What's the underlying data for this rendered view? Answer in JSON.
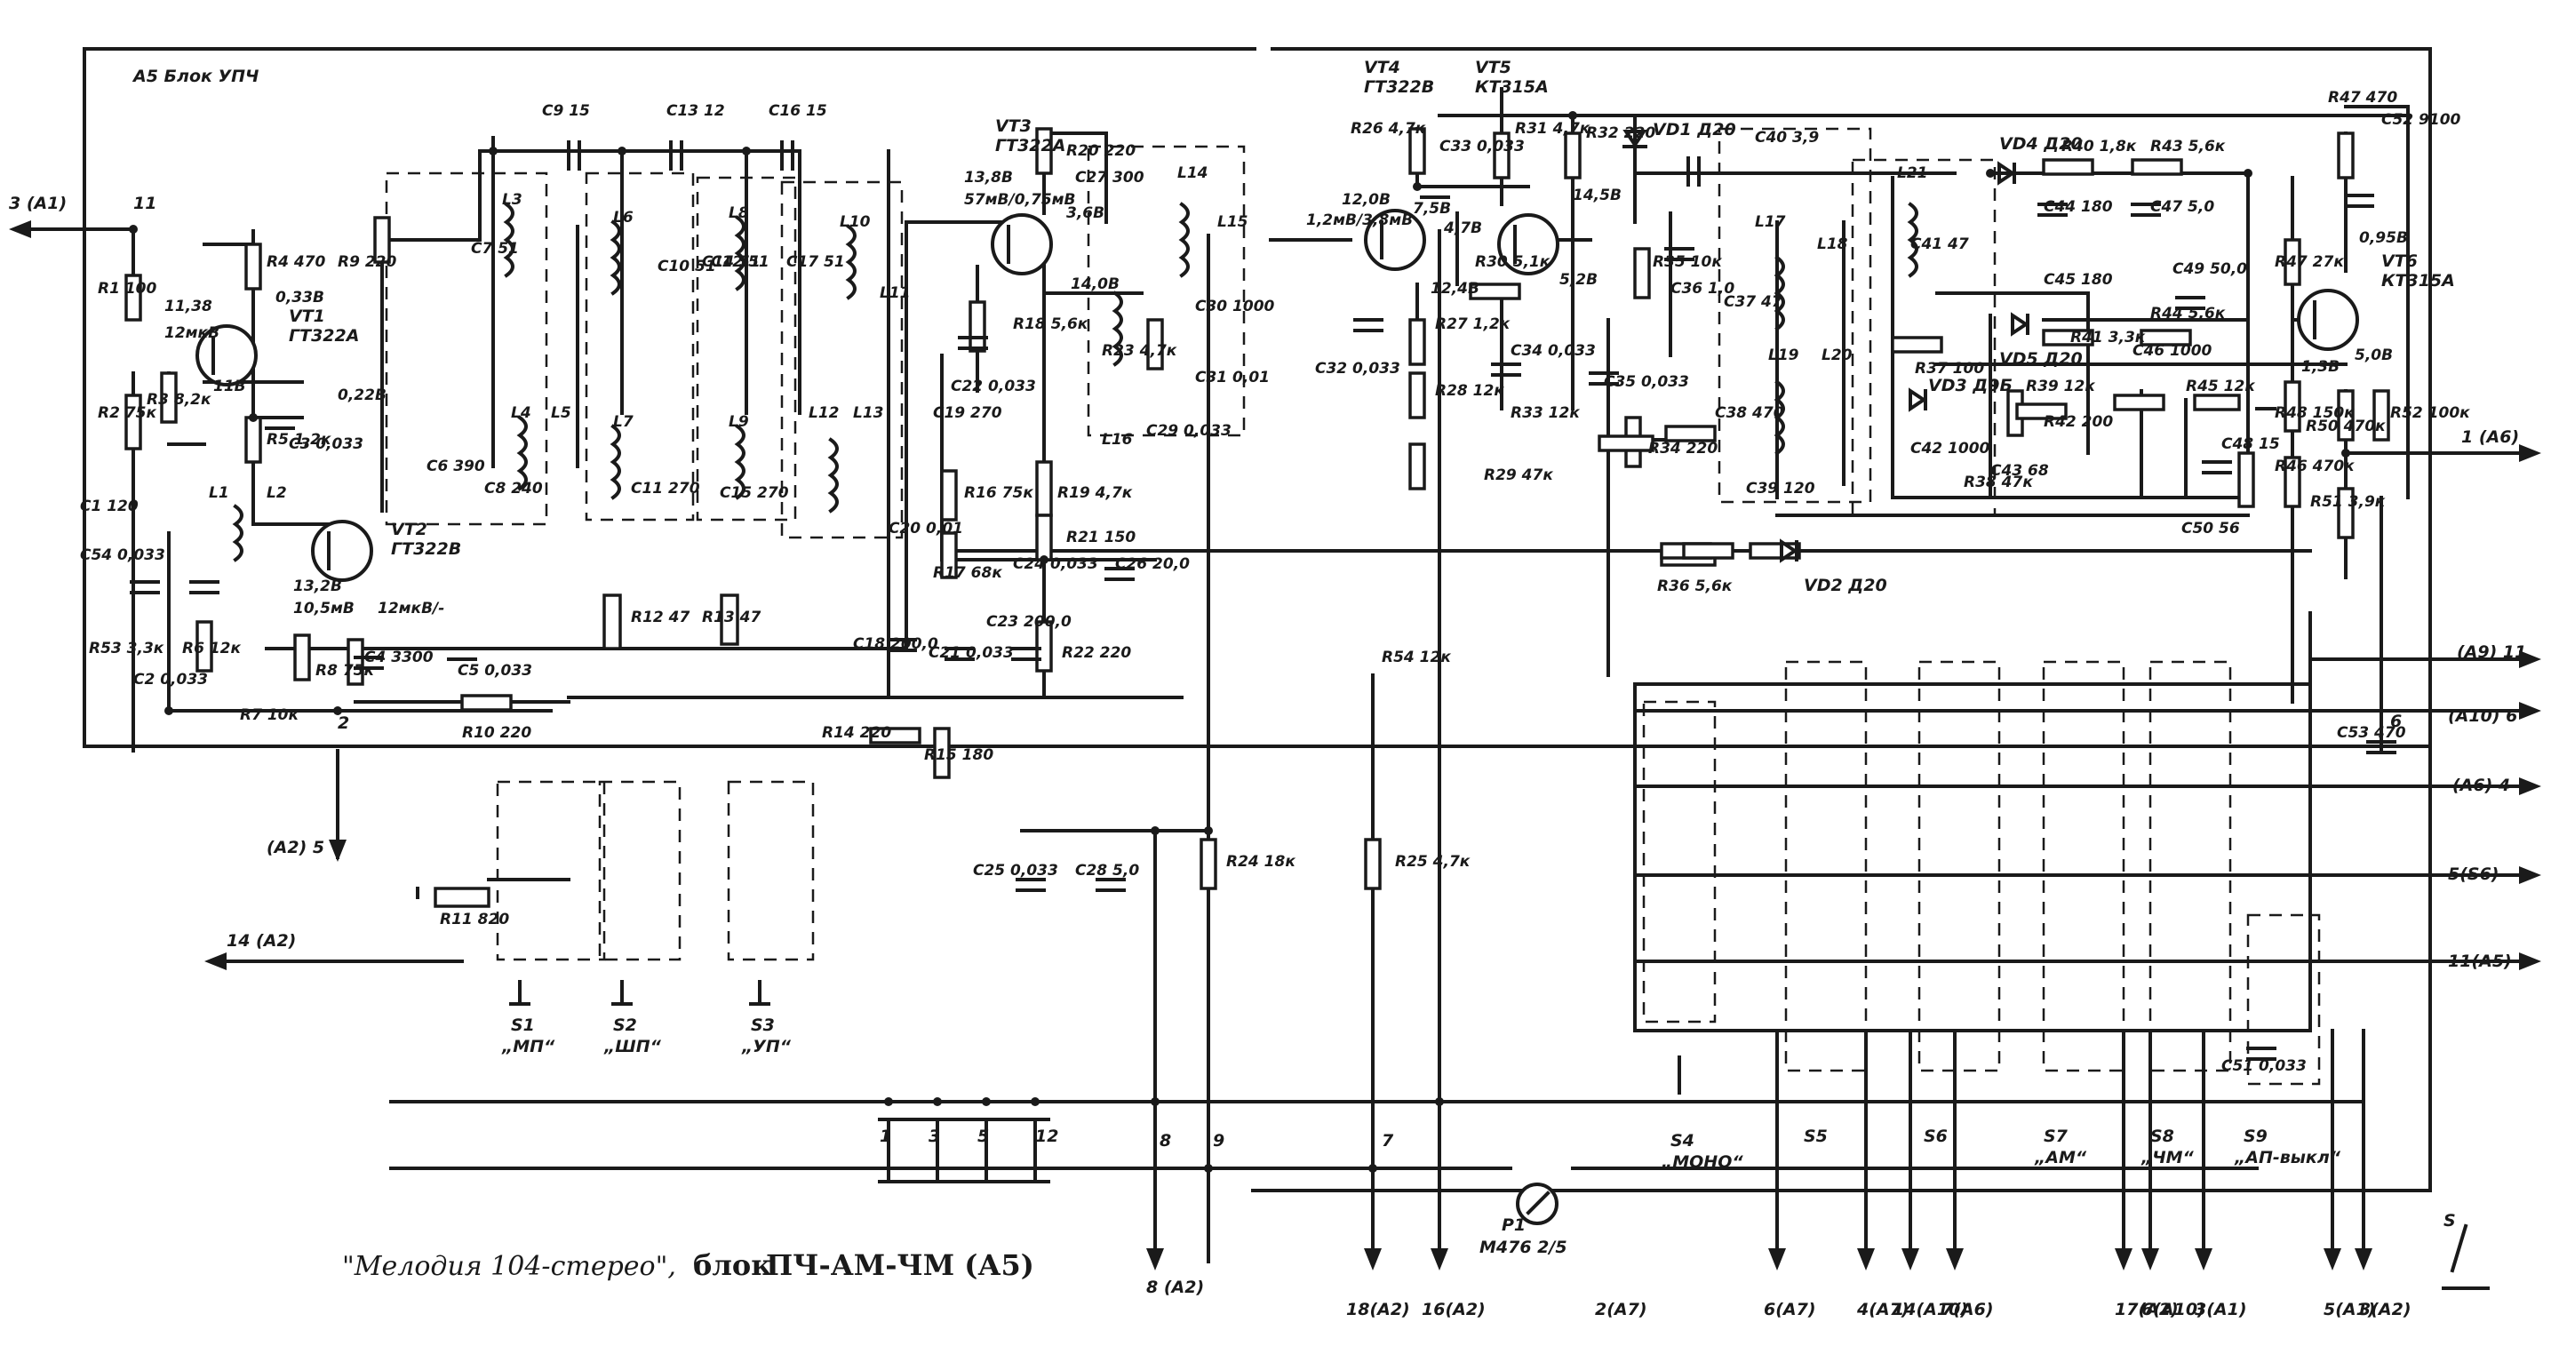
{
  "block_title": "А5 Блок УПЧ",
  "caption": {
    "title": "\"Мелодия 104-стерео\",",
    "block_label": "блок",
    "block_name": "ПЧ-АМ-ЧМ (А5)"
  },
  "transistors": [
    {
      "ref": "VT1",
      "type": "ГТ322А"
    },
    {
      "ref": "VT2",
      "type": "ГТ322В"
    },
    {
      "ref": "VT3",
      "type": "ГТ322А"
    },
    {
      "ref": "VT4",
      "type": "ГТ322В"
    },
    {
      "ref": "VT5",
      "type": "КТ315А"
    },
    {
      "ref": "VT6",
      "type": "КТ315А"
    }
  ],
  "diodes": [
    {
      "ref": "VD1",
      "type": "Д20"
    },
    {
      "ref": "VD2",
      "type": "Д20"
    },
    {
      "ref": "VD3",
      "type": "Д9Б"
    },
    {
      "ref": "VD4",
      "type": "Д20"
    },
    {
      "ref": "VD5",
      "type": "Д20"
    }
  ],
  "resistors": [
    {
      "ref": "R1",
      "value": "100"
    },
    {
      "ref": "R2",
      "value": "75к"
    },
    {
      "ref": "R3",
      "value": "8,2к"
    },
    {
      "ref": "R4",
      "value": "470"
    },
    {
      "ref": "R5",
      "value": "1,2к"
    },
    {
      "ref": "R6",
      "value": "12к"
    },
    {
      "ref": "R7",
      "value": "10к"
    },
    {
      "ref": "R8",
      "value": "75к"
    },
    {
      "ref": "R9",
      "value": "220"
    },
    {
      "ref": "R10",
      "value": "220"
    },
    {
      "ref": "R11",
      "value": "820"
    },
    {
      "ref": "R12",
      "value": "47"
    },
    {
      "ref": "R13",
      "value": "47"
    },
    {
      "ref": "R14",
      "value": "220"
    },
    {
      "ref": "R15",
      "value": "180"
    },
    {
      "ref": "R16",
      "value": "75к"
    },
    {
      "ref": "R17",
      "value": "68к"
    },
    {
      "ref": "R18",
      "value": "5,6к"
    },
    {
      "ref": "R19",
      "value": "4,7к"
    },
    {
      "ref": "R20",
      "value": "220"
    },
    {
      "ref": "R21",
      "value": "150"
    },
    {
      "ref": "R22",
      "value": "220"
    },
    {
      "ref": "R23",
      "value": "4,7к"
    },
    {
      "ref": "R24",
      "value": "18к"
    },
    {
      "ref": "R25",
      "value": "4,7к"
    },
    {
      "ref": "R26",
      "value": "4,7к"
    },
    {
      "ref": "R27",
      "value": "1,2к"
    },
    {
      "ref": "R28",
      "value": "12к"
    },
    {
      "ref": "R29",
      "value": "47к"
    },
    {
      "ref": "R30",
      "value": "5,1к"
    },
    {
      "ref": "R31",
      "value": "4,7к"
    },
    {
      "ref": "R32",
      "value": "220"
    },
    {
      "ref": "R33",
      "value": "12к"
    },
    {
      "ref": "R34",
      "value": "220"
    },
    {
      "ref": "R35",
      "value": "10к"
    },
    {
      "ref": "R36",
      "value": "5,6к"
    },
    {
      "ref": "R37",
      "value": "100"
    },
    {
      "ref": "R38",
      "value": "47к"
    },
    {
      "ref": "R39",
      "value": "12к"
    },
    {
      "ref": "R40",
      "value": "1,8к"
    },
    {
      "ref": "R41",
      "value": "3,3к"
    },
    {
      "ref": "R42",
      "value": "200"
    },
    {
      "ref": "R43",
      "value": "5,6к"
    },
    {
      "ref": "R44",
      "value": "5,6к"
    },
    {
      "ref": "R45",
      "value": "12к"
    },
    {
      "ref": "R46",
      "value": "470к"
    },
    {
      "ref": "R47",
      "value": "470"
    },
    {
      "ref": "R47b",
      "value": "27к"
    },
    {
      "ref": "R48",
      "value": "150к"
    },
    {
      "ref": "R50",
      "value": "470к"
    },
    {
      "ref": "R51",
      "value": "3,9к"
    },
    {
      "ref": "R52",
      "value": "100к"
    },
    {
      "ref": "R53",
      "value": "3,3к"
    },
    {
      "ref": "R54",
      "value": "12к"
    }
  ],
  "capacitors": [
    {
      "ref": "C1",
      "value": "120"
    },
    {
      "ref": "C2",
      "value": "0,033"
    },
    {
      "ref": "C3",
      "value": "0,033"
    },
    {
      "ref": "C4",
      "value": "3300"
    },
    {
      "ref": "C5",
      "value": "0,033"
    },
    {
      "ref": "C6",
      "value": "390"
    },
    {
      "ref": "C7",
      "value": "51"
    },
    {
      "ref": "C8",
      "value": "240"
    },
    {
      "ref": "C9",
      "value": "15"
    },
    {
      "ref": "C10",
      "value": "51"
    },
    {
      "ref": "C11",
      "value": "270"
    },
    {
      "ref": "C12",
      "value": "51"
    },
    {
      "ref": "C13",
      "value": "12"
    },
    {
      "ref": "C14",
      "value": "51"
    },
    {
      "ref": "C15",
      "value": "270"
    },
    {
      "ref": "C16",
      "value": "15"
    },
    {
      "ref": "C17",
      "value": "51"
    },
    {
      "ref": "C18",
      "value": "200,0"
    },
    {
      "ref": "C19",
      "value": "270"
    },
    {
      "ref": "C20",
      "value": "0,01"
    },
    {
      "ref": "C21",
      "value": "0,033"
    },
    {
      "ref": "C22",
      "value": "0,033"
    },
    {
      "ref": "C23",
      "value": "200,0"
    },
    {
      "ref": "C24",
      "value": "0,033"
    },
    {
      "ref": "C25",
      "value": "0,033"
    },
    {
      "ref": "C26",
      "value": "20,0"
    },
    {
      "ref": "C27",
      "value": "300"
    },
    {
      "ref": "C28",
      "value": "5,0"
    },
    {
      "ref": "C29",
      "value": "0,033"
    },
    {
      "ref": "C30",
      "value": "1000"
    },
    {
      "ref": "C31",
      "value": "0,01"
    },
    {
      "ref": "C32",
      "value": "0,033"
    },
    {
      "ref": "C33",
      "value": "0,033"
    },
    {
      "ref": "C34",
      "value": "0,033"
    },
    {
      "ref": "C35",
      "value": "0,033"
    },
    {
      "ref": "C36",
      "value": "1,0"
    },
    {
      "ref": "C37",
      "value": "47"
    },
    {
      "ref": "C38",
      "value": "470"
    },
    {
      "ref": "C39",
      "value": "120"
    },
    {
      "ref": "C40",
      "value": "3,9"
    },
    {
      "ref": "C41",
      "value": "47"
    },
    {
      "ref": "C42",
      "value": "1000"
    },
    {
      "ref": "C43",
      "value": "68"
    },
    {
      "ref": "C44",
      "value": "180"
    },
    {
      "ref": "C45",
      "value": "180"
    },
    {
      "ref": "C46",
      "value": "1000"
    },
    {
      "ref": "C47",
      "value": "5,0"
    },
    {
      "ref": "C48",
      "value": "15"
    },
    {
      "ref": "C49",
      "value": "50,0"
    },
    {
      "ref": "C50",
      "value": "56"
    },
    {
      "ref": "C51",
      "value": "0,033"
    },
    {
      "ref": "C52",
      "value": "9100"
    },
    {
      "ref": "C53",
      "value": "470"
    },
    {
      "ref": "C54",
      "value": "0,033"
    }
  ],
  "inductors": [
    "L1",
    "L2",
    "L3",
    "L4",
    "L5",
    "L6",
    "L7",
    "L8",
    "L9",
    "L10",
    "L11",
    "L12",
    "L13",
    "L14",
    "L15",
    "L16",
    "L17",
    "L18",
    "L19",
    "L20",
    "L21"
  ],
  "voltages": [
    "11,38",
    "12мкВ",
    "0,33В",
    "11В",
    "0,22В",
    "13,2В",
    "10,5мВ",
    "12мкВ/-",
    "13,8В",
    "57мВ/0,75мВ",
    "3,6В",
    "14,0В",
    "12,0В",
    "1,2мВ/3,8мВ",
    "7,5В",
    "4,7В",
    "12,4В",
    "14,5В",
    "5,2В",
    "1,3В",
    "5,0В",
    "0,95В"
  ],
  "switches": [
    {
      "ref": "S1",
      "name": "„МП“"
    },
    {
      "ref": "S2",
      "name": "„ШП“"
    },
    {
      "ref": "S3",
      "name": "„УП“"
    },
    {
      "ref": "S4",
      "name": "„МОНО“"
    },
    {
      "ref": "S5",
      "name": ""
    },
    {
      "ref": "S6",
      "name": ""
    },
    {
      "ref": "S7",
      "name": "„АМ“"
    },
    {
      "ref": "S8",
      "name": "„ЧМ“"
    },
    {
      "ref": "S9",
      "name": "„АП-выкл“"
    }
  ],
  "meter": {
    "ref": "P1",
    "type": "М476 2/5"
  },
  "inputs": [
    "3 (А1)",
    "14 (А2)"
  ],
  "outputs_right": [
    "1 (А6)",
    "(А9) 11",
    "(А10) 6",
    "(А6) 4",
    "5(S6)",
    "11(А5)"
  ],
  "outputs_bottom": [
    "(А2) 5",
    "8 (А2)",
    "18(А2)",
    "16(А2)",
    "2(А7)",
    "6(А7)",
    "4(А7)",
    "14(А10)",
    "7(А6)",
    "17(А2)",
    "6(А10)",
    "3(А1)",
    "5(А1)",
    "3(А2)"
  ],
  "connector_pins": [
    "1",
    "3",
    "5",
    "12",
    "8",
    "9",
    "7",
    "2",
    "11",
    "6",
    "S"
  ]
}
